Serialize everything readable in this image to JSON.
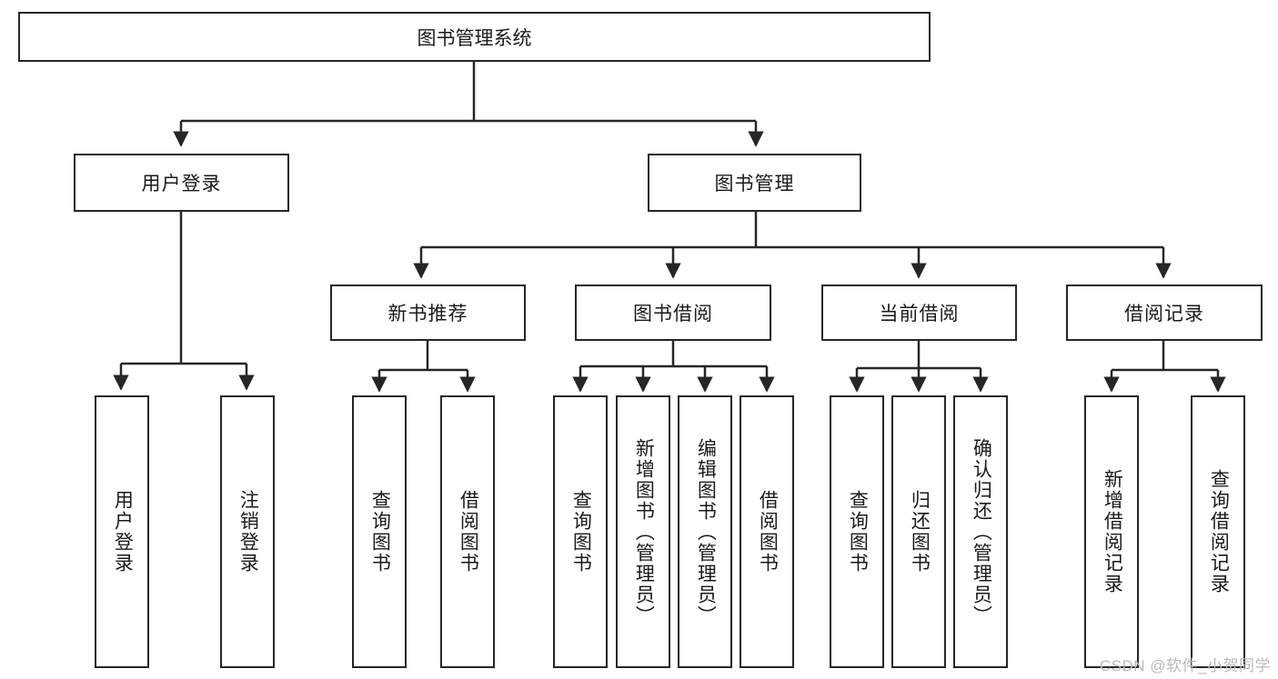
{
  "diagram": {
    "title": "图书管理系统",
    "root": {
      "label": "图书管理系统"
    },
    "level2": [
      {
        "label": "用户登录"
      },
      {
        "label": "图书管理"
      }
    ],
    "level3": [
      {
        "label": "新书推荐"
      },
      {
        "label": "图书借阅"
      },
      {
        "label": "当前借阅"
      },
      {
        "label": "借阅记录"
      }
    ],
    "leaves": {
      "user_login": [
        {
          "label": "用户登录"
        },
        {
          "label": "注销登录"
        }
      ],
      "new_book_recommend": [
        {
          "label": "查询图书"
        },
        {
          "label": "借阅图书"
        }
      ],
      "book_borrow": [
        {
          "label": "查询图书"
        },
        {
          "label": "新增图书（管理员）"
        },
        {
          "label": "编辑图书（管理员）"
        },
        {
          "label": "借阅图书"
        }
      ],
      "current_borrow": [
        {
          "label": "查询图书"
        },
        {
          "label": "归还图书"
        },
        {
          "label": "确认归还（管理员）"
        }
      ],
      "borrow_record": [
        {
          "label": "新增借阅记录"
        },
        {
          "label": "查询借阅记录"
        }
      ]
    }
  },
  "watermark": {
    "text": "CSDN @软件_小贺同学"
  },
  "colors": {
    "stroke": "#262626",
    "fill": "#ffffff",
    "text": "#1a1a1a",
    "watermark": "#b9b9b9"
  },
  "chart_data": {
    "type": "diagram",
    "subtype": "tree-hierarchy",
    "title": "图书管理系统",
    "orientation": "top-down",
    "nodes": [
      {
        "id": "root",
        "label": "图书管理系统",
        "level": 0,
        "parent": null
      },
      {
        "id": "n-user-login",
        "label": "用户登录",
        "level": 1,
        "parent": "root"
      },
      {
        "id": "n-book-manage",
        "label": "图书管理",
        "level": 1,
        "parent": "root"
      },
      {
        "id": "n-new-book",
        "label": "新书推荐",
        "level": 2,
        "parent": "n-book-manage"
      },
      {
        "id": "n-book-borrow",
        "label": "图书借阅",
        "level": 2,
        "parent": "n-book-manage"
      },
      {
        "id": "n-current-borrow",
        "label": "当前借阅",
        "level": 2,
        "parent": "n-book-manage"
      },
      {
        "id": "n-borrow-record",
        "label": "借阅记录",
        "level": 2,
        "parent": "n-book-manage"
      },
      {
        "id": "l-user-login",
        "label": "用户登录",
        "level": 2,
        "parent": "n-user-login"
      },
      {
        "id": "l-user-logout",
        "label": "注销登录",
        "level": 2,
        "parent": "n-user-login"
      },
      {
        "id": "l-nb-query",
        "label": "查询图书",
        "level": 3,
        "parent": "n-new-book"
      },
      {
        "id": "l-nb-borrow",
        "label": "借阅图书",
        "level": 3,
        "parent": "n-new-book"
      },
      {
        "id": "l-bb-query",
        "label": "查询图书",
        "level": 3,
        "parent": "n-book-borrow"
      },
      {
        "id": "l-bb-add",
        "label": "新增图书（管理员）",
        "level": 3,
        "parent": "n-book-borrow"
      },
      {
        "id": "l-bb-edit",
        "label": "编辑图书（管理员）",
        "level": 3,
        "parent": "n-book-borrow"
      },
      {
        "id": "l-bb-borrow",
        "label": "借阅图书",
        "level": 3,
        "parent": "n-book-borrow"
      },
      {
        "id": "l-cb-query",
        "label": "查询图书",
        "level": 3,
        "parent": "n-current-borrow"
      },
      {
        "id": "l-cb-return",
        "label": "归还图书",
        "level": 3,
        "parent": "n-current-borrow"
      },
      {
        "id": "l-cb-confirm",
        "label": "确认归还（管理员）",
        "level": 3,
        "parent": "n-current-borrow"
      },
      {
        "id": "l-br-add",
        "label": "新增借阅记录",
        "level": 3,
        "parent": "n-borrow-record"
      },
      {
        "id": "l-br-query",
        "label": "查询借阅记录",
        "level": 3,
        "parent": "n-borrow-record"
      }
    ],
    "edge_style": "orthogonal-arrow"
  }
}
